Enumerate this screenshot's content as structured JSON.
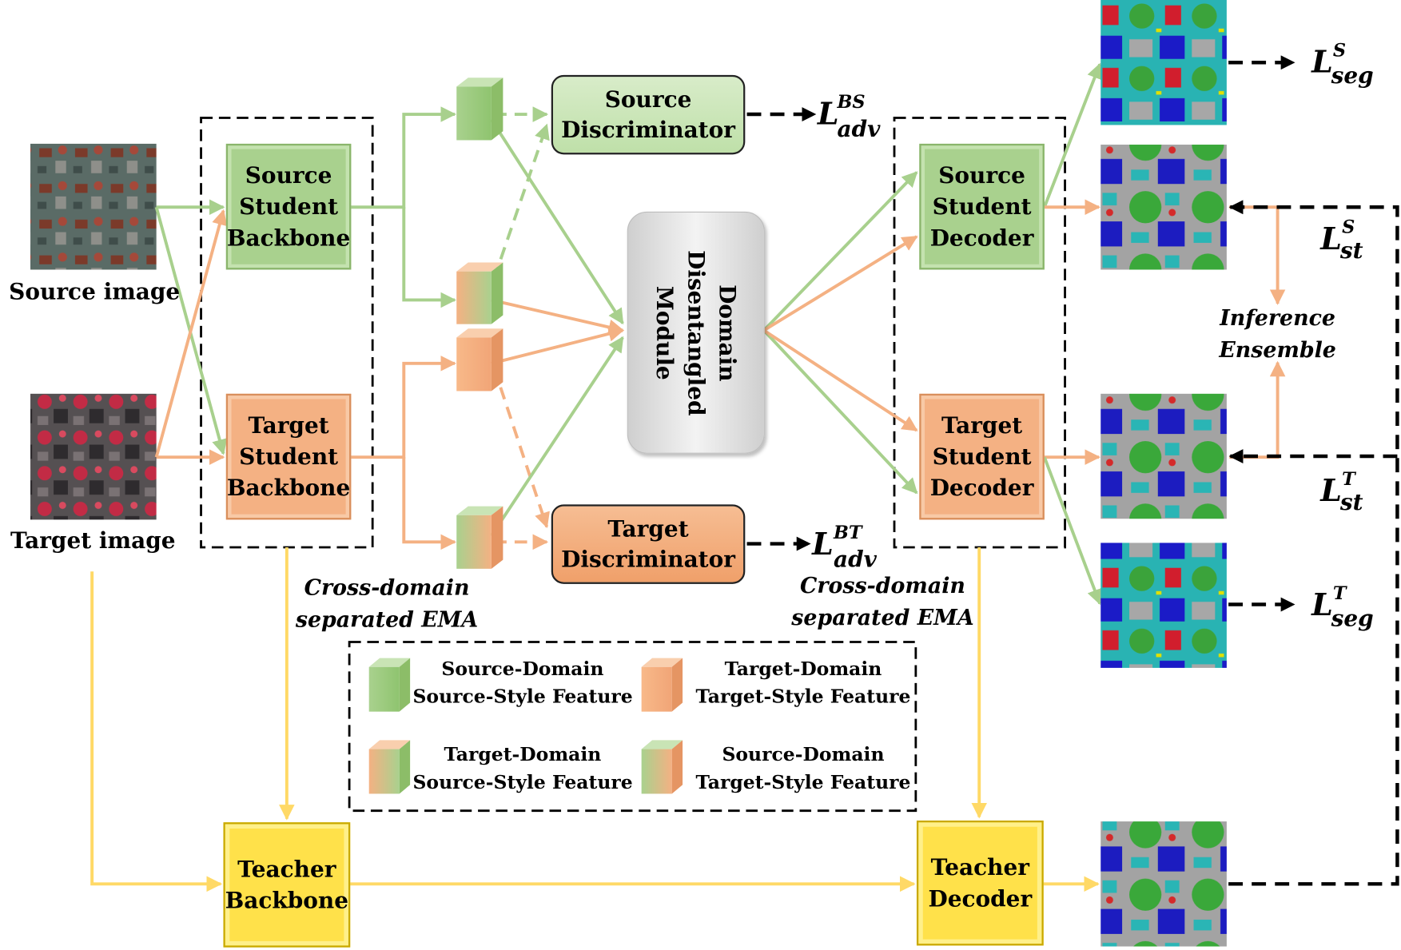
{
  "inputs": {
    "source_label": "Source image",
    "target_label": "Target image"
  },
  "students": {
    "source_backbone": [
      "Source",
      "Student",
      "Backbone"
    ],
    "target_backbone": [
      "Target",
      "Student",
      "Backbone"
    ],
    "source_decoder": [
      "Source",
      "Student",
      "Decoder"
    ],
    "target_decoder": [
      "Target",
      "Student",
      "Decoder"
    ]
  },
  "discriminators": {
    "source": [
      "Source",
      "Discriminator"
    ],
    "target": [
      "Target",
      "Discriminator"
    ]
  },
  "ddm": [
    "Domain",
    "Disentangled",
    "Module"
  ],
  "teacher": {
    "backbone": [
      "Teacher",
      "Backbone"
    ],
    "decoder": [
      "Teacher",
      "Decoder"
    ]
  },
  "ema_labels": {
    "left": [
      "Cross-domain",
      "separated EMA"
    ],
    "right": [
      "Cross-domain",
      "separated EMA"
    ]
  },
  "inference": [
    "Inference",
    "Ensemble"
  ],
  "losses": {
    "adv_s": {
      "main": "L",
      "sup": "BS",
      "sub": "adv"
    },
    "adv_t": {
      "main": "L",
      "sup": "BT",
      "sub": "adv"
    },
    "seg_s": {
      "main": "L",
      "sup": "S",
      "sub": "seg"
    },
    "seg_t": {
      "main": "L",
      "sup": "T",
      "sub": "seg"
    },
    "st_s": {
      "main": "L",
      "sup": "S",
      "sub": "st"
    },
    "st_t": {
      "main": "L",
      "sup": "T",
      "sub": "st"
    }
  },
  "legend": [
    {
      "line1": "Source-Domain",
      "line2": "Source-Style Feature",
      "cube": "green"
    },
    {
      "line1": "Target-Domain",
      "line2": "Target-Style Feature",
      "cube": "orange"
    },
    {
      "line1": "Target-Domain",
      "line2": "Source-Style Feature",
      "cube": "orange-green"
    },
    {
      "line1": "Source-Domain",
      "line2": "Target-Style Feature",
      "cube": "green-orange"
    }
  ],
  "colors": {
    "source_green": "#a8d08d",
    "target_orange": "#f4b183",
    "teacher_yellow": "#ffd966",
    "box_green": "#a9d18e",
    "box_orange": "#f4b183",
    "box_yellow": "#ffe14a"
  }
}
